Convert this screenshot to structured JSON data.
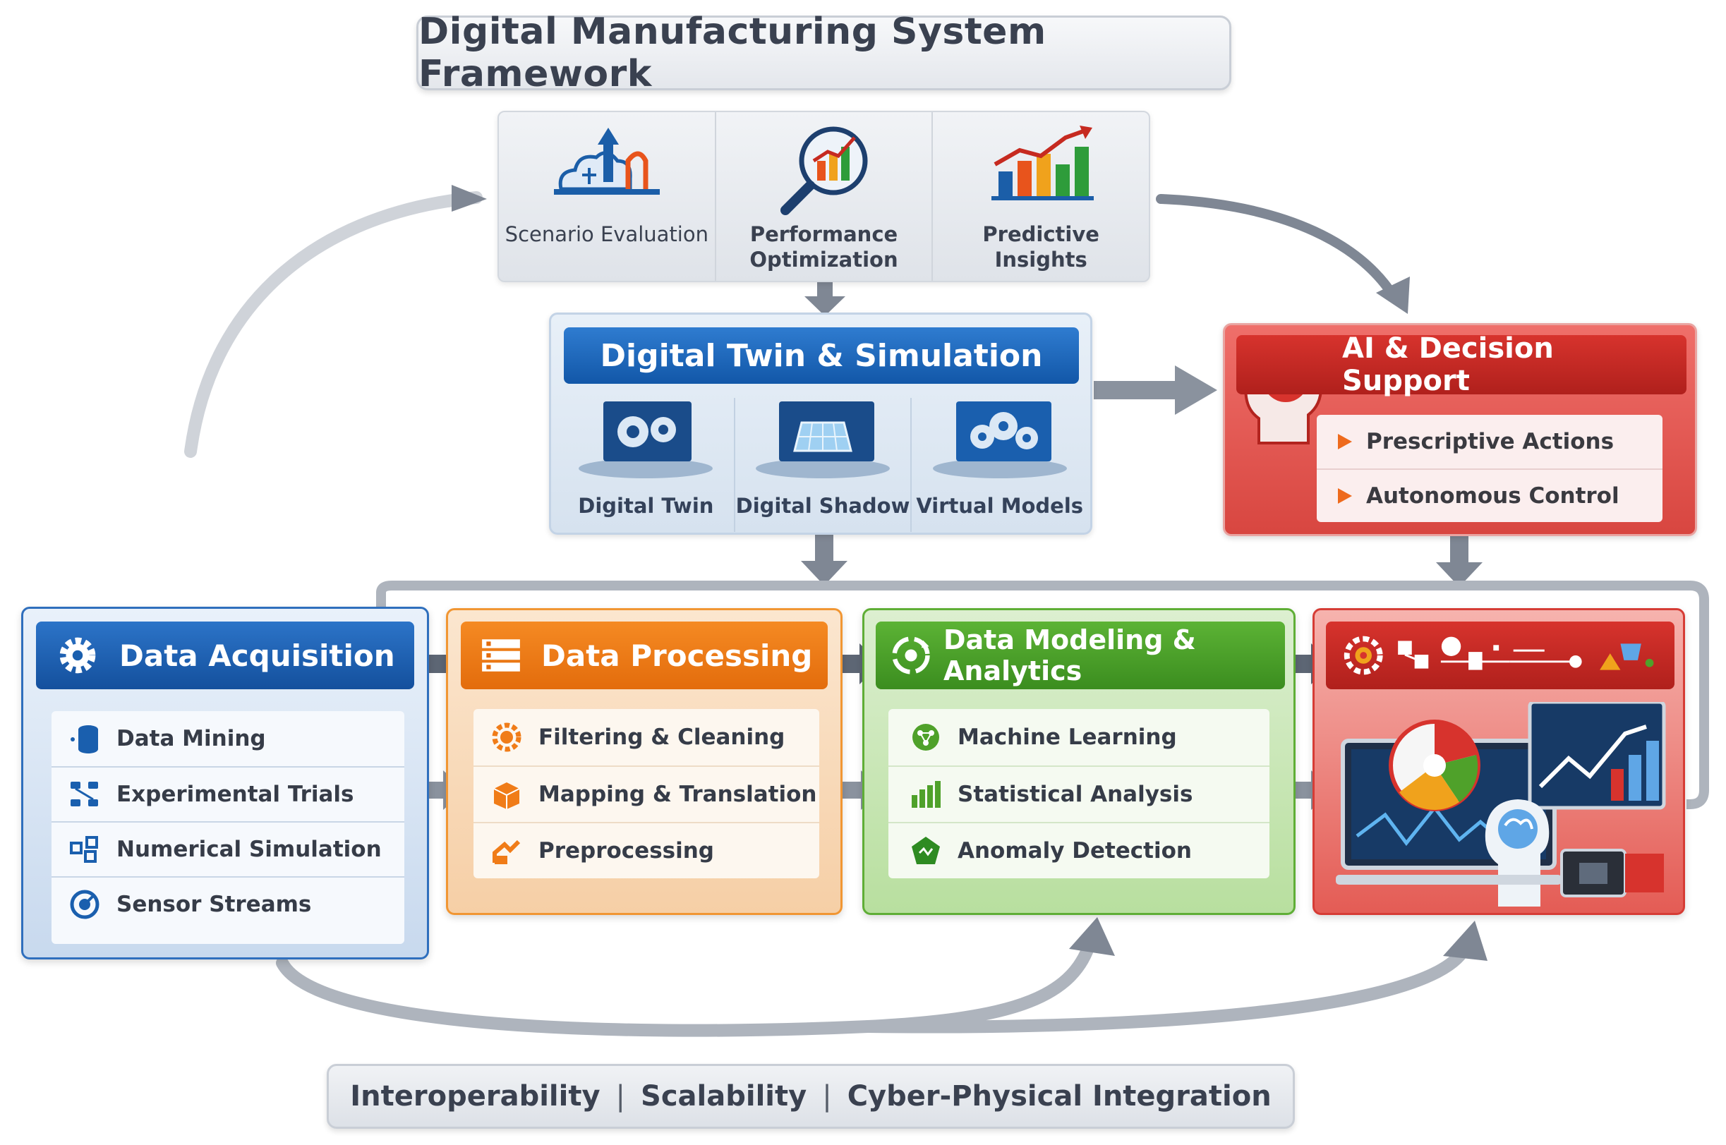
{
  "title": "Digital Manufacturing System Framework",
  "footer": {
    "items": [
      "Interoperability",
      "Scalability",
      "Cyber-Physical Integration"
    ],
    "separator": "|"
  },
  "top_panel": {
    "items": [
      {
        "label": "Scenario Evaluation",
        "icon": "cloud-upload-icon"
      },
      {
        "label_line1": "Performance",
        "label_line2": "Optimization",
        "icon": "magnifier-chart-icon"
      },
      {
        "label_line1": "Predictive",
        "label_line2": "Insights",
        "icon": "bar-chart-trend-icon"
      }
    ]
  },
  "digital_twin": {
    "title": "Digital Twin & Simulation",
    "items": [
      {
        "label": "Digital Twin",
        "icon": "gears-screen-icon"
      },
      {
        "label": "Digital Shadow",
        "icon": "globe-screen-icon"
      },
      {
        "label": "Virtual Models",
        "icon": "gears-cluster-icon"
      }
    ]
  },
  "ai_support": {
    "title": "AI & Decision Support",
    "items": [
      "Prescriptive Actions",
      "Autonomous Control"
    ],
    "icon": "brain-head-icon"
  },
  "stages": {
    "acquisition": {
      "title": "Data Acquisition",
      "items": [
        "Data Mining",
        "Experimental Trials",
        "Numerical Simulation",
        "Sensor Streams"
      ]
    },
    "processing": {
      "title": "Data Processing",
      "items": [
        "Filtering & Cleaning",
        "Mapping & Translation",
        "Preprocessing"
      ]
    },
    "modeling": {
      "title": "Data Modeling & Analytics",
      "items": [
        "Machine Learning",
        "Statistical Analysis",
        "Anomaly Detection"
      ]
    },
    "output": {
      "icon": "dashboard-ai-icon"
    }
  },
  "colors": {
    "blue": "#1a5fae",
    "orange": "#f07c18",
    "green": "#4fa12a",
    "red": "#c92a25",
    "arrow": "#7f8794"
  }
}
